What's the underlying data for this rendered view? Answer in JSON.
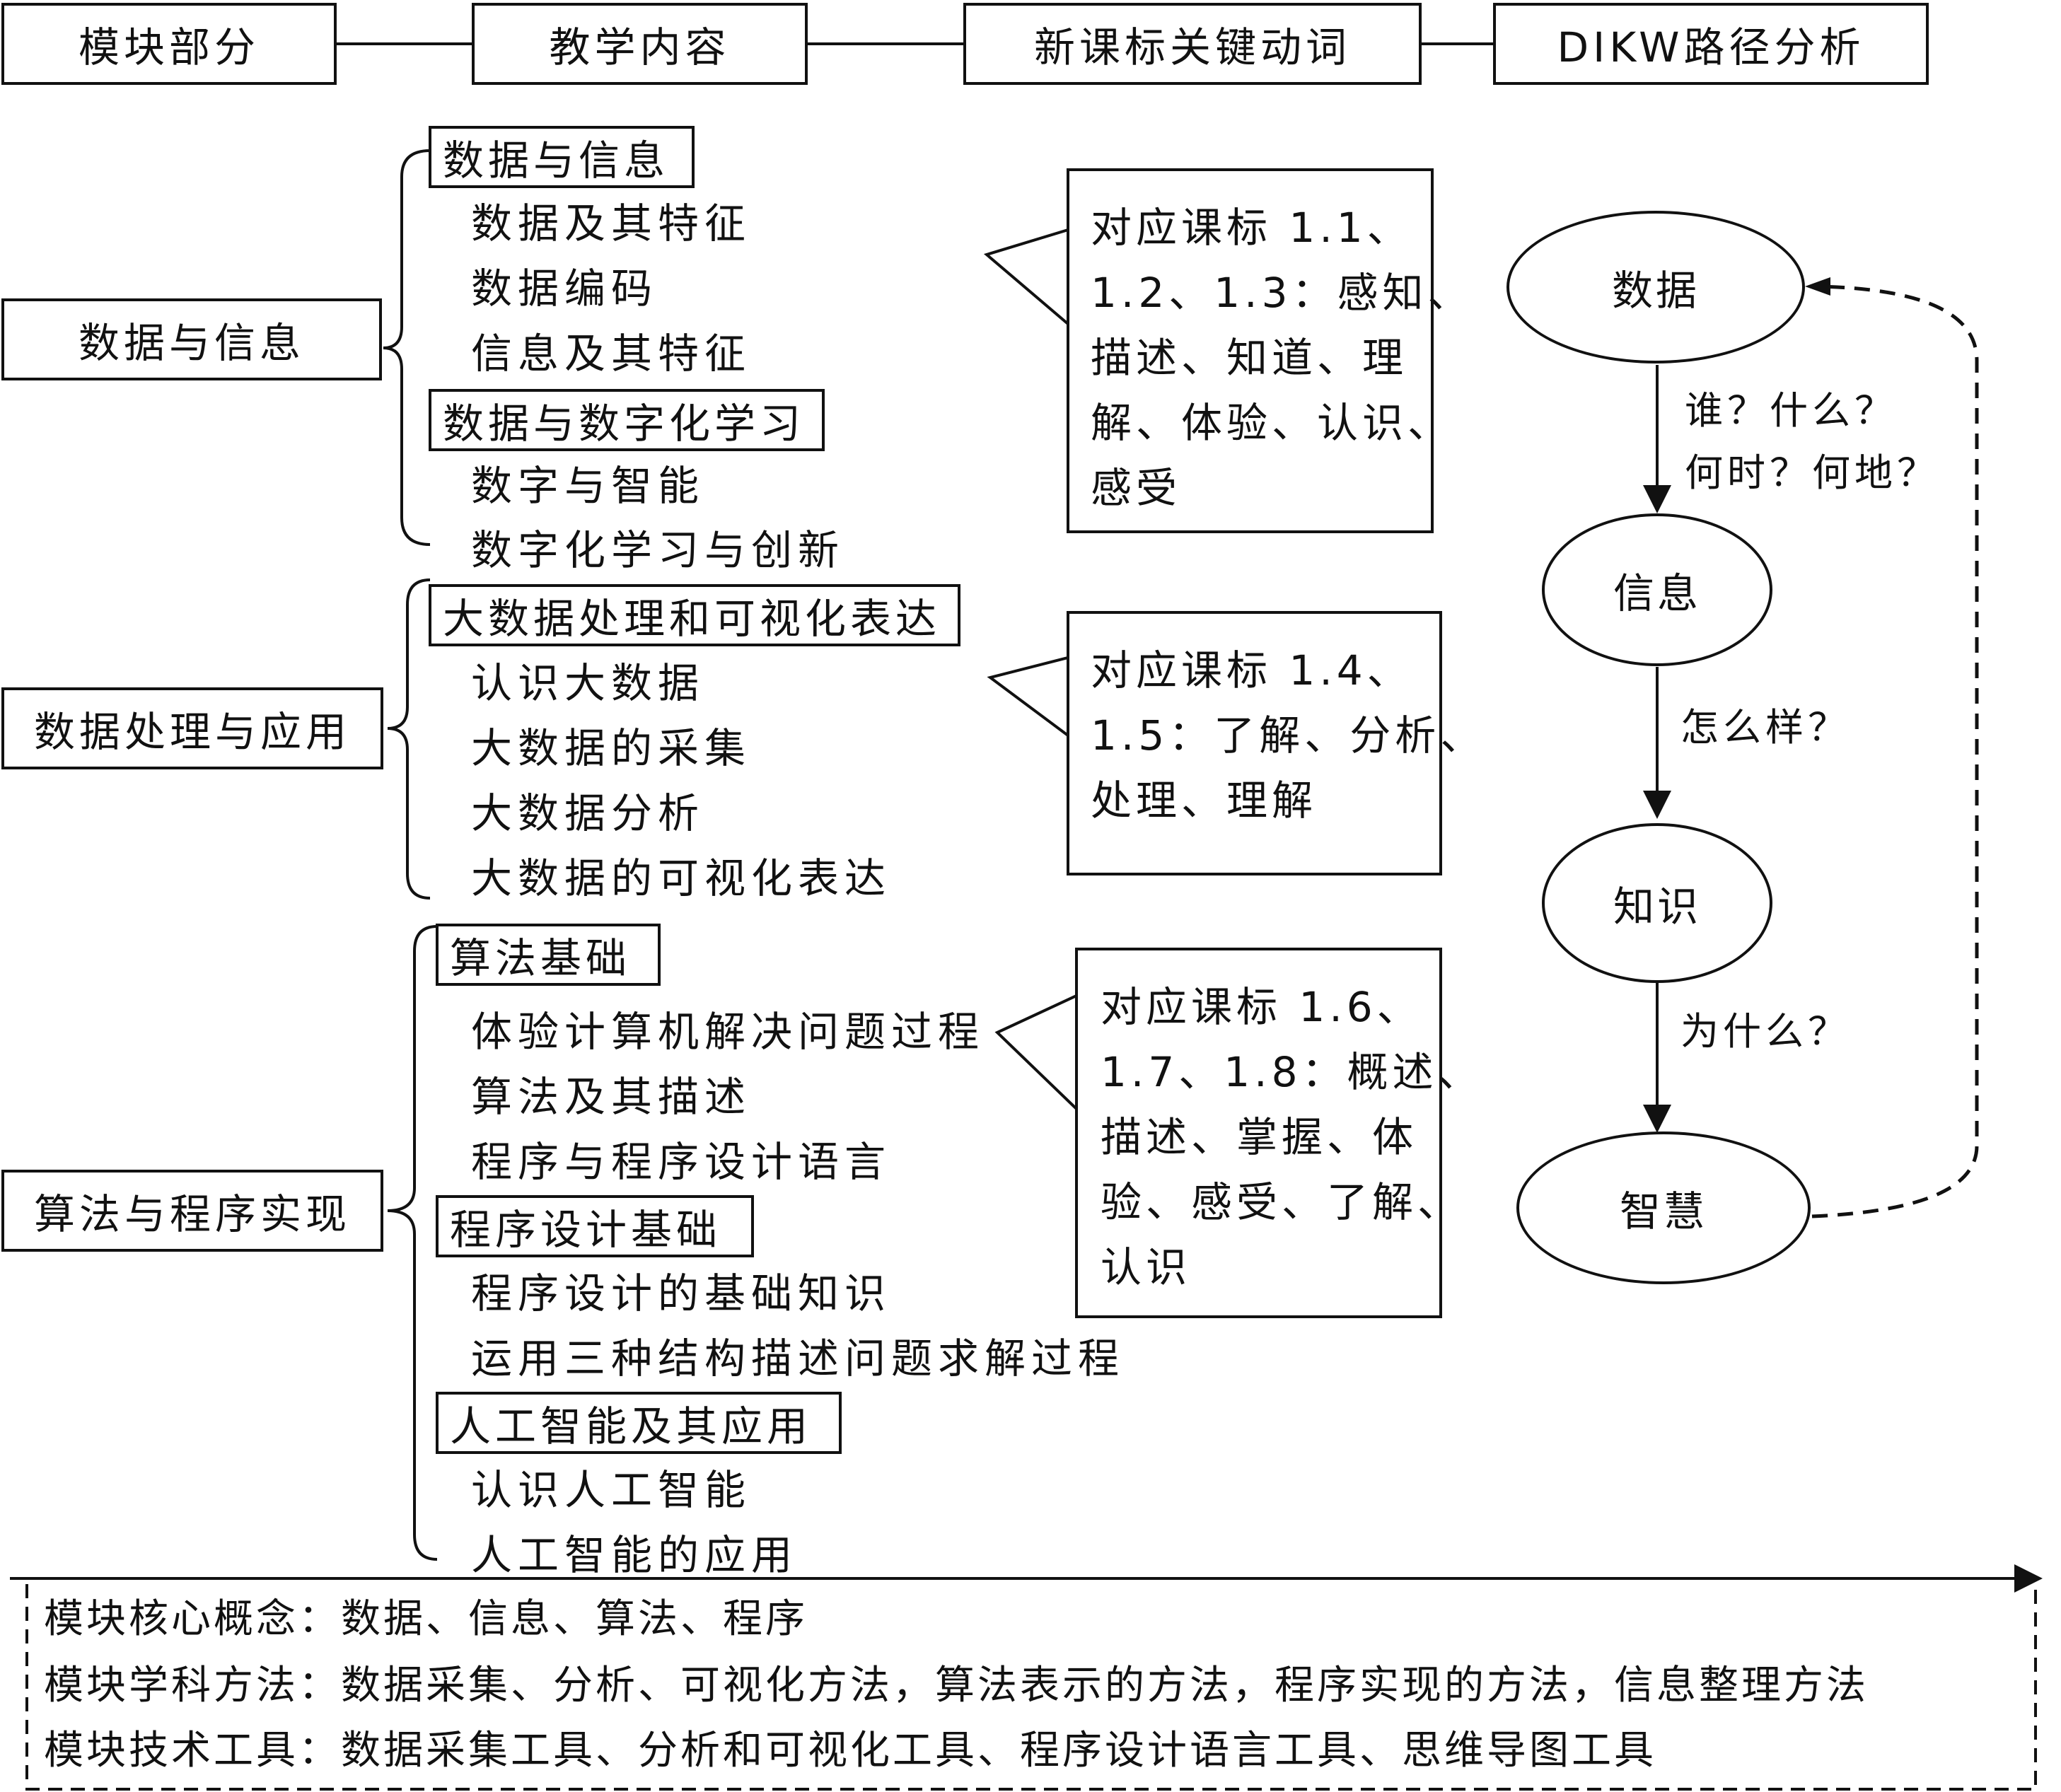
{
  "header": {
    "module": "模块部分",
    "content": "教学内容",
    "verbs": "新课标关键动词",
    "dikw": "DIKW路径分析"
  },
  "modules": [
    {
      "name": "数据与信息",
      "subsections": [
        {
          "title": "数据与信息",
          "items": [
            "数据及其特征",
            "数据编码",
            "信息及其特征"
          ]
        },
        {
          "title": "数据与数字化学习",
          "items": [
            "数字与智能",
            "数字化学习与创新"
          ]
        }
      ],
      "callout": [
        "对应课标 1.1、",
        "1.2、1.3：感知、",
        "描述、知道、理",
        "解、体验、认识、",
        "感受"
      ]
    },
    {
      "name": "数据处理与应用",
      "subsections": [
        {
          "title": "大数据处理和可视化表达",
          "items": [
            "认识大数据",
            "大数据的采集",
            "大数据分析",
            "大数据的可视化表达"
          ]
        }
      ],
      "callout": [
        "对应课标 1.4、",
        "1.5：了解、分析、",
        "处理、理解"
      ]
    },
    {
      "name": "算法与程序实现",
      "subsections": [
        {
          "title": "算法基础",
          "items": [
            "体验计算机解决问题过程",
            "算法及其描述",
            "程序与程序设计语言"
          ]
        },
        {
          "title": "程序设计基础",
          "items": [
            "程序设计的基础知识",
            "运用三种结构描述问题求解过程"
          ]
        },
        {
          "title": "人工智能及其应用",
          "items": [
            "认识人工智能",
            "人工智能的应用"
          ]
        }
      ],
      "callout": [
        "对应课标 1.6、",
        "1.7、1.8：概述、",
        "描述、掌握、体",
        "验、感受、了解、",
        "认识"
      ]
    }
  ],
  "dikw": {
    "nodes": [
      "数据",
      "信息",
      "知识",
      "智慧"
    ],
    "edge_labels": [
      [
        "谁？什么？",
        "何时？何地？"
      ],
      [
        "怎么样？"
      ],
      [
        "为什么？"
      ]
    ]
  },
  "bottom": [
    "模块核心概念：数据、信息、算法、程序",
    "模块学科方法：数据采集、分析、可视化方法，算法表示的方法，程序实现的方法，信息整理方法",
    "模块技术工具：数据采集工具、分析和可视化工具、程序设计语言工具、思维导图工具"
  ]
}
